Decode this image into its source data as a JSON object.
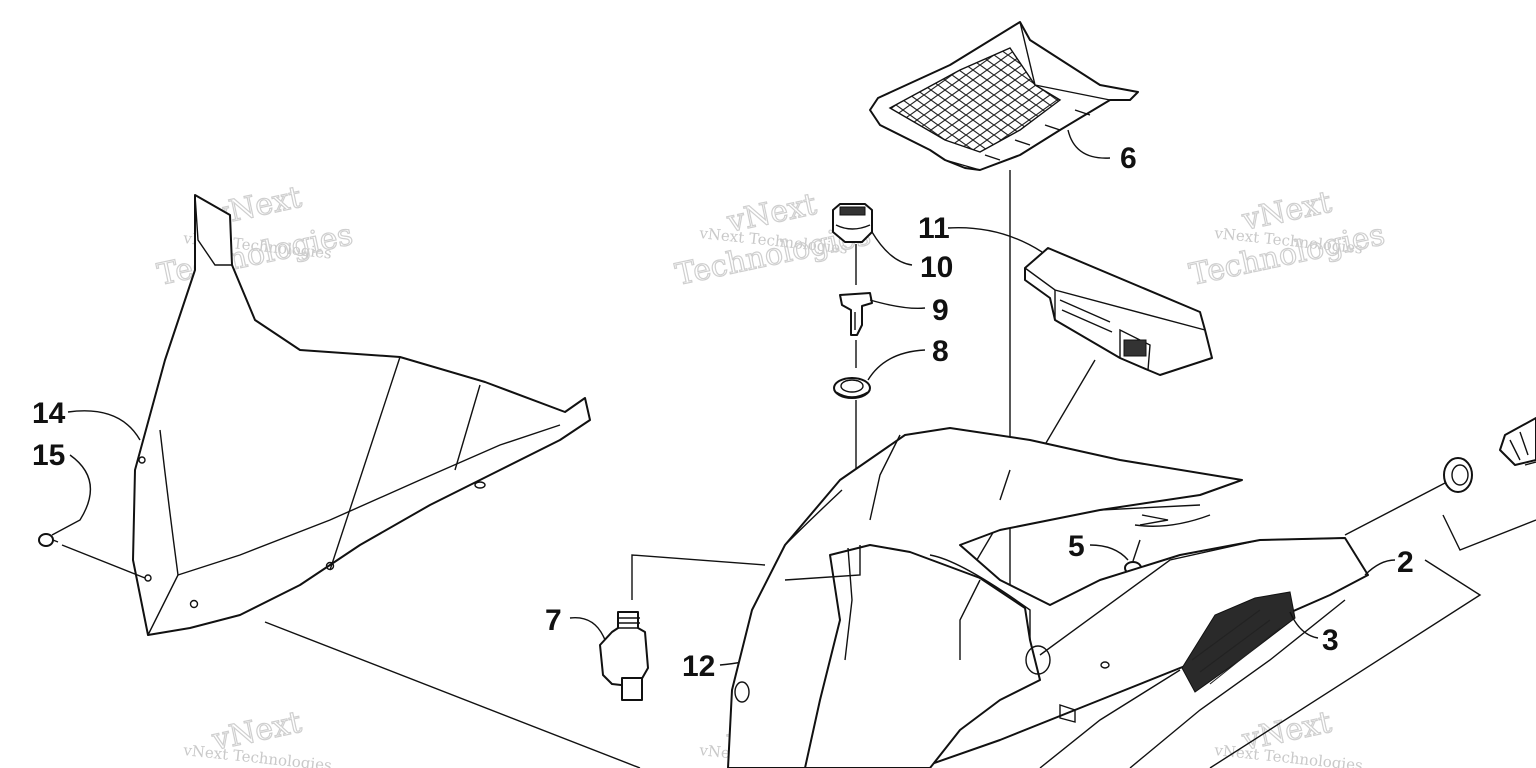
{
  "diagram": {
    "callouts": [
      {
        "id": "c2",
        "text": "2"
      },
      {
        "id": "c3",
        "text": "3"
      },
      {
        "id": "c5",
        "text": "5"
      },
      {
        "id": "c6",
        "text": "6"
      },
      {
        "id": "c7",
        "text": "7"
      },
      {
        "id": "c8",
        "text": "8"
      },
      {
        "id": "c9",
        "text": "9"
      },
      {
        "id": "c10",
        "text": "10"
      },
      {
        "id": "c11",
        "text": "11"
      },
      {
        "id": "c12",
        "text": "12"
      },
      {
        "id": "c14",
        "text": "14"
      },
      {
        "id": "c15",
        "text": "15"
      }
    ]
  },
  "watermark": {
    "line1": "vNext",
    "line2": "vNext Technologies",
    "line3": "Technologies"
  }
}
